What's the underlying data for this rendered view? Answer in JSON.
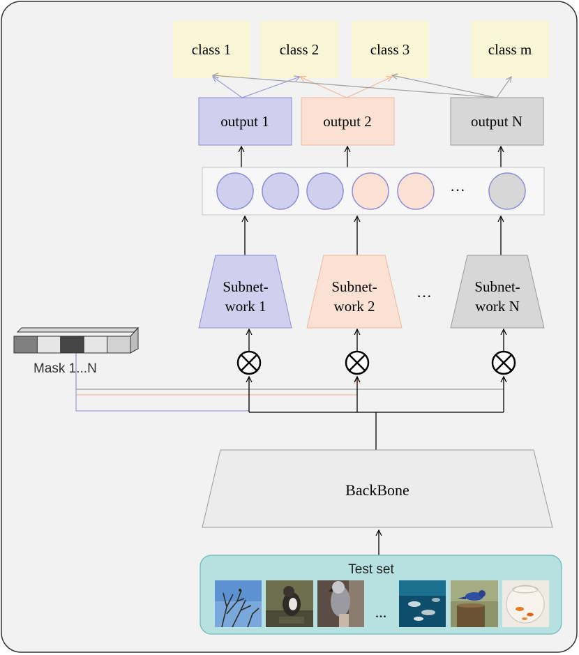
{
  "colors": {
    "panel_bg": "#f2f2f2",
    "class_box": "#faf5d4",
    "blue_fill": "#d0d0ee",
    "blue_stroke": "#8c8cd8",
    "orange_fill": "#fbe1d3",
    "orange_stroke": "#f0b898",
    "gray_fill": "#d7d7d7",
    "gray_stroke": "#9a9a9a",
    "testset_bg": "#b7e0e1",
    "testset_stroke": "#69b8bb",
    "backbone_fill": "#ececec"
  },
  "classes": [
    {
      "label": "class 1"
    },
    {
      "label": "class 2"
    },
    {
      "label": "class 3"
    },
    {
      "label": "class m"
    }
  ],
  "outputs": [
    {
      "label": "output 1",
      "group": "blue"
    },
    {
      "label": "output 2",
      "group": "orange"
    },
    {
      "label": "output N",
      "group": "gray"
    }
  ],
  "neurons": {
    "groups": [
      "blue",
      "blue",
      "blue",
      "orange",
      "orange",
      "gray"
    ],
    "ellipsis": "···"
  },
  "subnetworks": [
    {
      "line1": "Subnet-",
      "line2": "work 1",
      "group": "blue"
    },
    {
      "line1": "Subnet-",
      "line2": "work 2",
      "group": "orange"
    },
    {
      "line1": "Subnet-",
      "line2": "work N",
      "group": "gray"
    }
  ],
  "subnet_ellipsis": "···",
  "mask": {
    "label": "Mask 1...N",
    "cells": [
      "#808080",
      "#e6e6e6",
      "#454545",
      "#e6e6e6",
      "#d2d2d2"
    ]
  },
  "multiply_symbol": "⊗",
  "backbone": {
    "label": "BackBone"
  },
  "test_set": {
    "label": "Test set",
    "ellipsis": "...",
    "images": [
      {
        "name": "bare-tree-sky-photo",
        "colors": [
          "#6a9cd6",
          "#9ec2ea"
        ]
      },
      {
        "name": "dipper-bird-photo",
        "colors": [
          "#4f5a3a",
          "#a3a57e"
        ]
      },
      {
        "name": "grey-parrot-photo",
        "colors": [
          "#5e5148",
          "#b4a596"
        ]
      },
      {
        "name": "fish-underwater-photo",
        "colors": [
          "#0b3f5b",
          "#1d7c9a"
        ]
      },
      {
        "name": "bluebird-on-post-photo",
        "colors": [
          "#707a47",
          "#aab07a"
        ]
      },
      {
        "name": "goldfish-bowl-photo",
        "colors": [
          "#e8e4dc",
          "#f3efe6"
        ]
      }
    ]
  }
}
